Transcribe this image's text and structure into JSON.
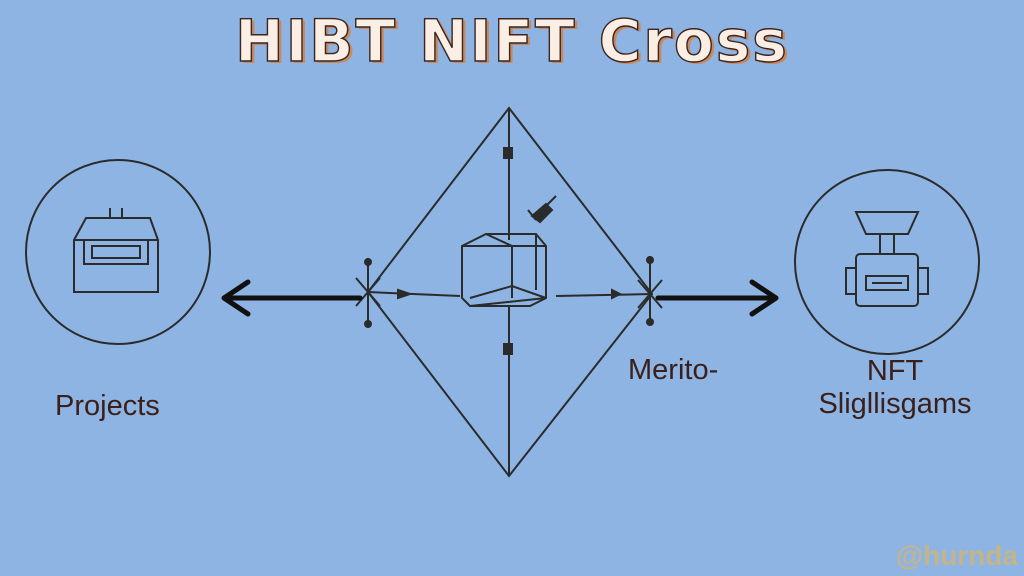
{
  "title": "HIBT NIFT Cross",
  "nodes": {
    "left": {
      "label": "Projects",
      "icon": "box-icon"
    },
    "center": {
      "label": "Merito-",
      "icon": "cube-icon"
    },
    "right": {
      "line1": "NFT",
      "line2": "Sligllisgams",
      "icon": "robot-icon"
    }
  },
  "watermark": "@hurnda",
  "colors": {
    "background": "#8db4e2",
    "line": "#2b2b2b",
    "text": "#3a1f1a"
  }
}
